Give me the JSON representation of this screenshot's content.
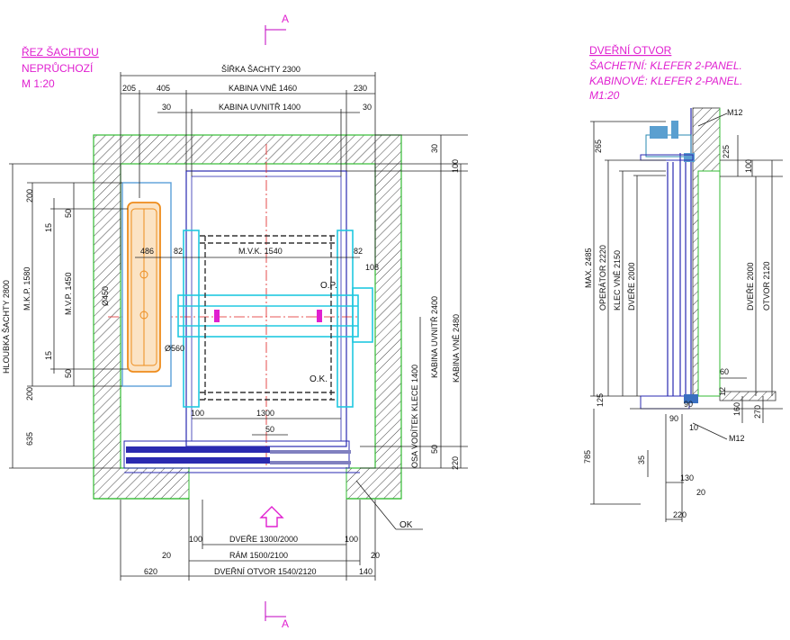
{
  "section_marks": {
    "top": "A",
    "bottom": "A"
  },
  "left_title": {
    "line1": "ŘEZ ŠACHTOU",
    "line2": "NEPRŮCHOZÍ",
    "line3": "M 1:20"
  },
  "right_title": {
    "line1": "DVEŘNÍ OTVOR",
    "line2": "ŠACHETNÍ: KLEFER 2-PANEL.",
    "line3": "KABINOVÉ: KLEFER 2-PANEL.",
    "line4": "M1:20"
  },
  "plan_dims": {
    "shaft_width": "ŠÍŘKA ŠACHTY 2300",
    "d205": "205",
    "d405": "405",
    "cabin_outer": "KABINA VNĚ 1460",
    "d230": "230",
    "d30a": "30",
    "cabin_inner": "KABINA UVNITŘ 1400",
    "d30b": "30",
    "d30r": "30",
    "d100r": "100",
    "d200a": "200",
    "d50a": "50",
    "d15a": "15",
    "d486": "486",
    "d82a": "82",
    "mvk": "M.V.K. 1540",
    "d82b": "82",
    "d108": "108",
    "d450": "Ø450",
    "d560": "Ø560",
    "d15b": "15",
    "d50b": "50",
    "d200b": "200",
    "d635": "635",
    "d100a": "100",
    "d1300": "1300",
    "d50c": "50",
    "d50d": "50",
    "d220": "220",
    "op": "O.P.",
    "ok": "O.K.",
    "ok_callout": "OK",
    "shaft_depth": "HLOUBKA ŠACHTY 2800",
    "mkp": "M.K.P. 1580",
    "mvp": "M.V.P. 1450",
    "osa": "OSA VODÍTEK KLECE 1400",
    "cab_inner_depth": "KABINA UVNITŘ 2400",
    "cab_outer_depth": "KABINA VNĚ 2480",
    "doors": "DVEŘE 1300/2000",
    "d100b": "100",
    "d100c": "100",
    "d20a": "20",
    "frame": "RÁM 1500/2100",
    "d20b": "20",
    "d620": "620",
    "door_opening": "DVEŘNÍ OTVOR 1540/2120",
    "d140": "140"
  },
  "section_dims": {
    "m12a": "M12",
    "d265": "265",
    "d225": "225",
    "d100": "100",
    "max": "MAX. 2485",
    "operator": "OPERÁTOR 2220",
    "klec": "KLEC VNĚ 2150",
    "dvere_l": "DVEŘE 2000",
    "dvere_r": "DVEŘE 2000",
    "otvor": "OTVOR 2120",
    "d60": "60",
    "d12": "12",
    "d160": "160",
    "d270": "270",
    "d125": "125",
    "d90a": "90",
    "d90b": "90",
    "d10": "10",
    "m12b": "M12",
    "d785": "785",
    "d35": "35",
    "d130": "130",
    "d20": "20",
    "d220": "220"
  }
}
